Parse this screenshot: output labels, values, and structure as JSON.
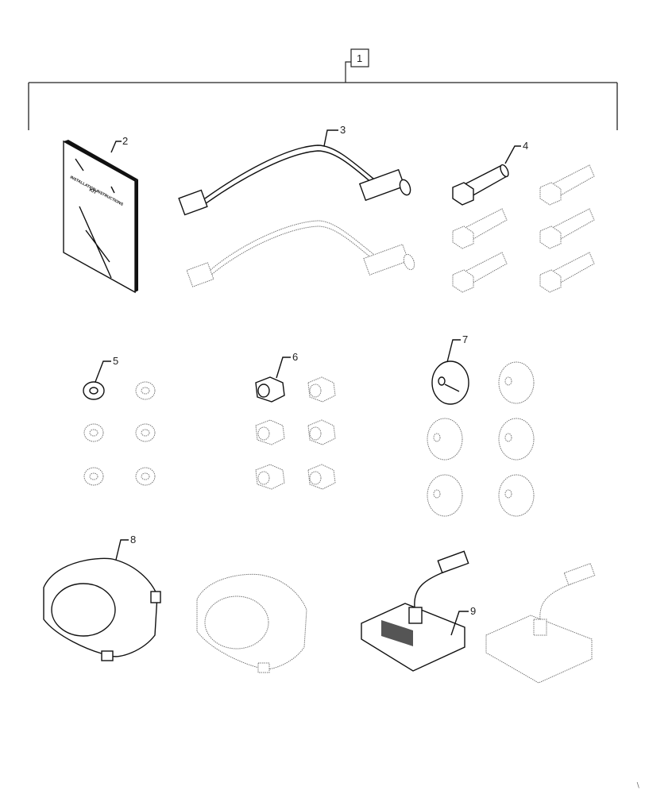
{
  "diagram": {
    "type": "exploded parts illustration",
    "assembly_callout": "1",
    "parts": [
      {
        "callout": "2",
        "name": "Installation instructions booklet",
        "quantity_shown": 1,
        "cover_text": [
          "KIT",
          "INSTALLATION INSTRUCTIONS"
        ]
      },
      {
        "callout": "3",
        "name": "Wire harness",
        "quantity_shown": 2
      },
      {
        "callout": "4",
        "name": "Hex bolt",
        "quantity_shown": 6
      },
      {
        "callout": "5",
        "name": "Flat washer",
        "quantity_shown": 6
      },
      {
        "callout": "6",
        "name": "Hex nut",
        "quantity_shown": 6
      },
      {
        "callout": "7",
        "name": "Grommet",
        "quantity_shown": 6
      },
      {
        "callout": "8",
        "name": "Work lamp",
        "quantity_shown": 2
      },
      {
        "callout": "9",
        "name": "Control module with connector",
        "quantity_shown": 2
      }
    ],
    "corner_mark": "∖"
  }
}
